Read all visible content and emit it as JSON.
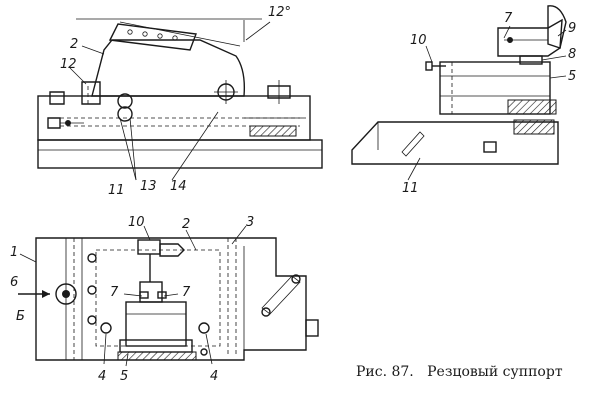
{
  "figure": {
    "caption": "Рис. 87.   Резцовый суппорт",
    "angle_label": "12°",
    "view_arrow_label": "Б"
  },
  "side_view_labels": {
    "l2": "2",
    "l12": "12",
    "l11": "11",
    "l13": "13",
    "l14": "14"
  },
  "end_view_labels": {
    "l7": "7",
    "l9": "9",
    "l10": "10",
    "l8": "8",
    "l5": "5",
    "l11": "11"
  },
  "plan_view_labels": {
    "l1": "1",
    "l6": "6",
    "l10": "10",
    "l2": "2",
    "l3": "3",
    "l7a": "7",
    "l7b": "7",
    "l4a": "4",
    "l4b": "4",
    "l5": "5"
  }
}
